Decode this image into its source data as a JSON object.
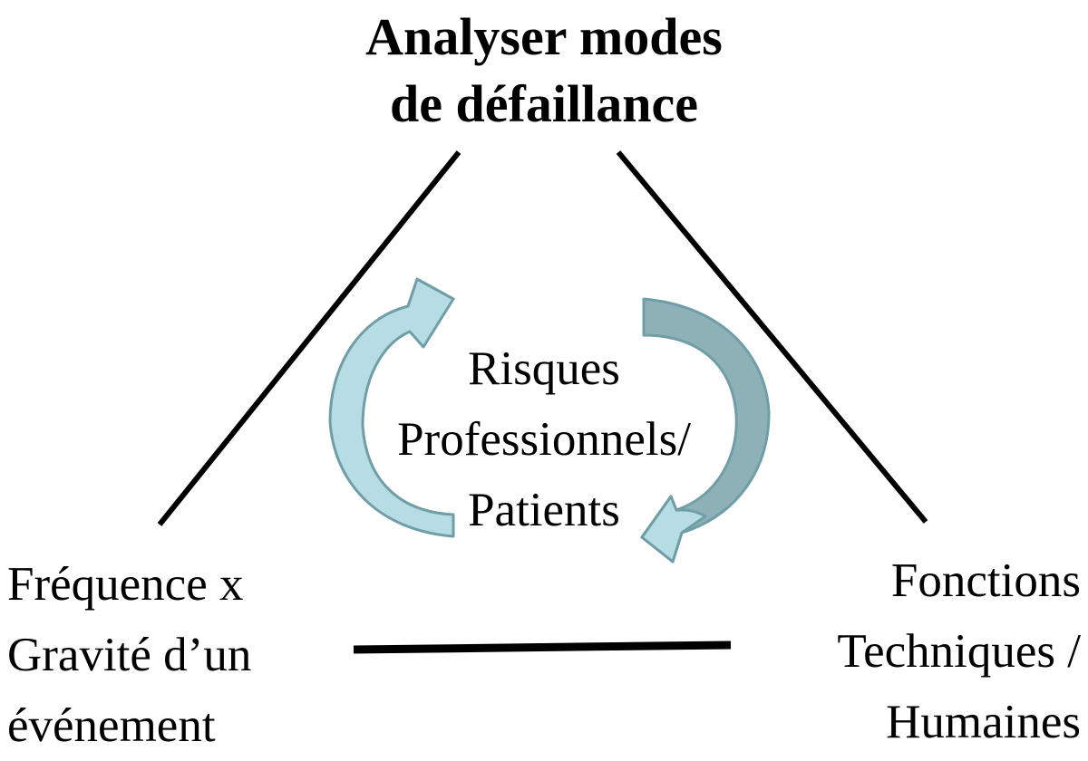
{
  "diagram": {
    "top_label": [
      "Analyser modes",
      "de défaillance"
    ],
    "center_label": [
      "Risques",
      "Professionnels/",
      "Patients"
    ],
    "left_label": [
      "Fréquence x",
      "Gravité d’un",
      "événement"
    ],
    "right_label": [
      "Fonctions",
      "Techniques /",
      "Humaines"
    ],
    "colors": {
      "line": "#000000",
      "arrow_light_fill": "#b7dde4",
      "arrow_dark_fill": "#8eb1b8",
      "arrow_stroke": "#6f9ea7"
    }
  }
}
